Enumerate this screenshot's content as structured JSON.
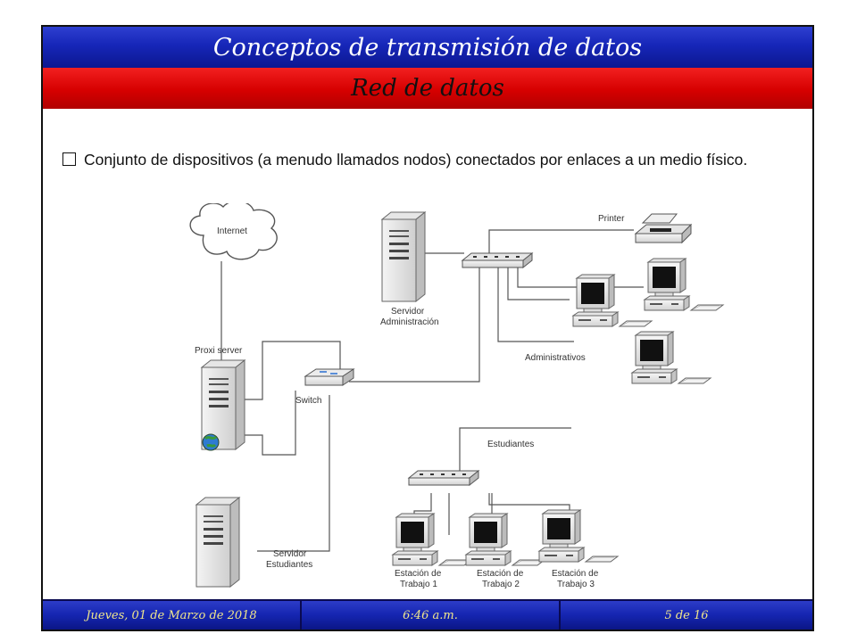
{
  "header": {
    "title": "Conceptos de transmisión de datos",
    "subtitle": "Red de datos"
  },
  "content": {
    "bullet_text": "Conjunto de dispositivos (a menudo llamados nodos) conectados por enlaces a un medio físico."
  },
  "diagram": {
    "labels": {
      "internet": "Internet",
      "proxy": "Proxi server",
      "switch": "Switch",
      "servidor_admin_1": "Servidor",
      "servidor_admin_2": "Administración",
      "printer": "Printer",
      "administrativos": "Administrativos",
      "estudiantes": "Estudiantes",
      "servidor_est_1": "Servidor",
      "servidor_est_2": "Estudiantes",
      "est1_1": "Estación de",
      "est1_2": "Trabajo 1",
      "est2_1": "Estación de",
      "est2_2": "Trabajo 2",
      "est3_1": "Estación de",
      "est3_2": "Trabajo 3"
    }
  },
  "footer": {
    "date": "Jueves, 01 de Marzo de 2018",
    "time": "6:46 a.m.",
    "page": "5 de 16"
  }
}
